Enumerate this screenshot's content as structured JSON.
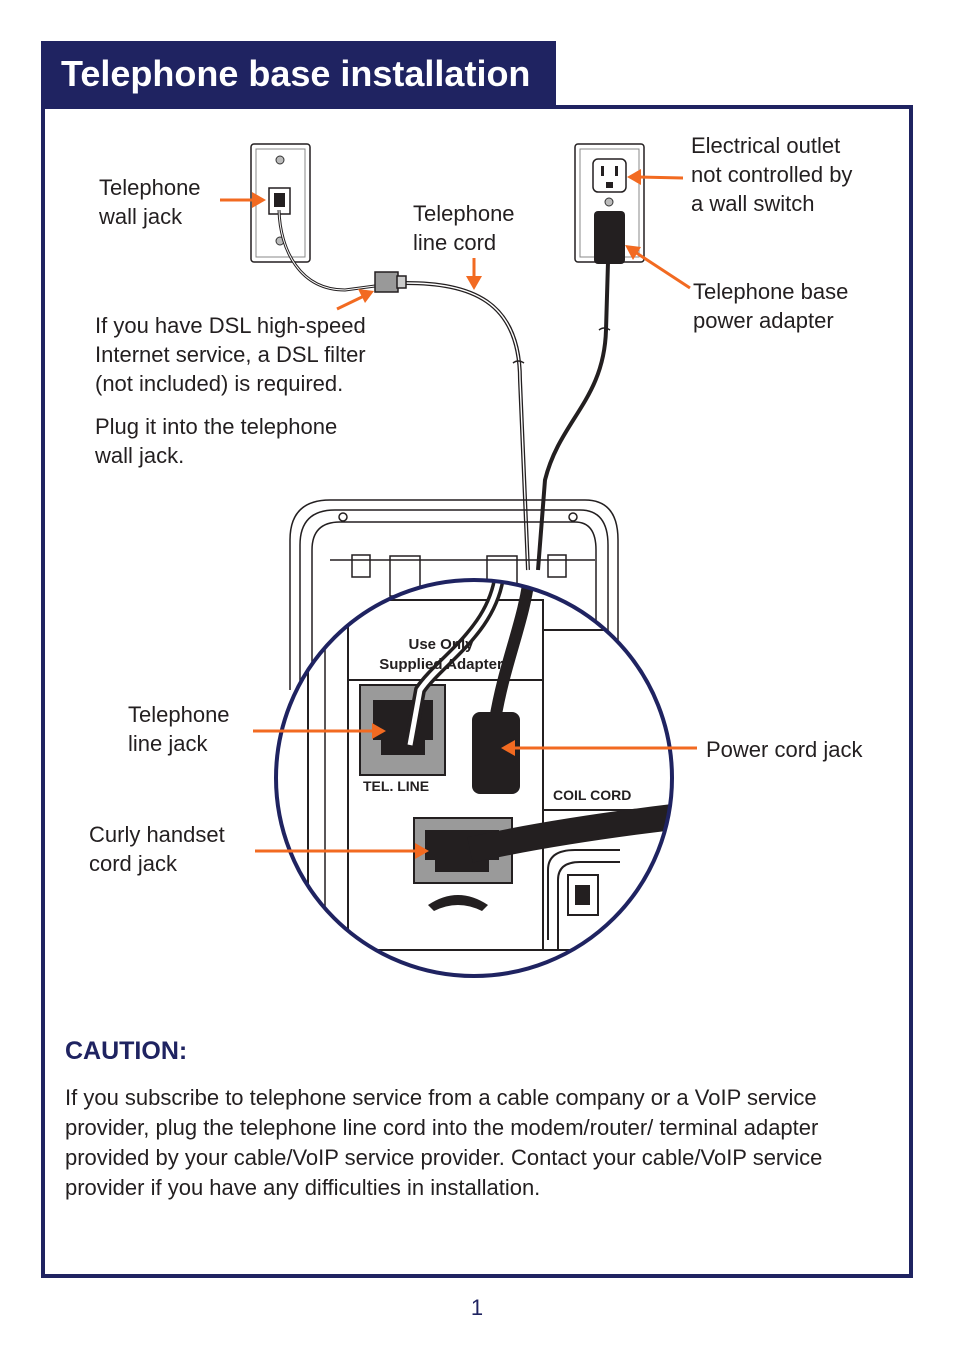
{
  "title": "Telephone base installation",
  "labels": {
    "telephone_wall_jack": "Telephone\nwall jack",
    "telephone_line_cord": "Telephone\nline cord",
    "electrical_outlet": "Electrical outlet\nnot controlled by\na wall switch",
    "power_adapter": "Telephone base\npower adapter",
    "dsl_note": "If you have DSL high-speed\nInternet service, a DSL filter\n(not included) is required.",
    "dsl_plug": "Plug it into the telephone\nwall jack.",
    "telephone_line_jack": "Telephone\nline jack",
    "power_cord_jack": "Power cord jack",
    "curly_handset_jack": "Curly handset\ncord jack"
  },
  "device_labels": {
    "use_only": "Use Only",
    "supplied_adapter": "Supplied Adapter",
    "tel_line": "TEL. LINE",
    "coil_cord": "COIL CORD"
  },
  "caution": {
    "heading": "CAUTION:",
    "body": "If you subscribe to telephone service from a cable company or a VoIP service provider, plug the telephone line cord into the modem/router/ terminal adapter provided by your cable/VoIP service provider. Contact your cable/VoIP service provider if you have any difficulties in installation."
  },
  "page_number": "1",
  "colors": {
    "navy": "#1f2361",
    "arrow": "#f26a21"
  }
}
